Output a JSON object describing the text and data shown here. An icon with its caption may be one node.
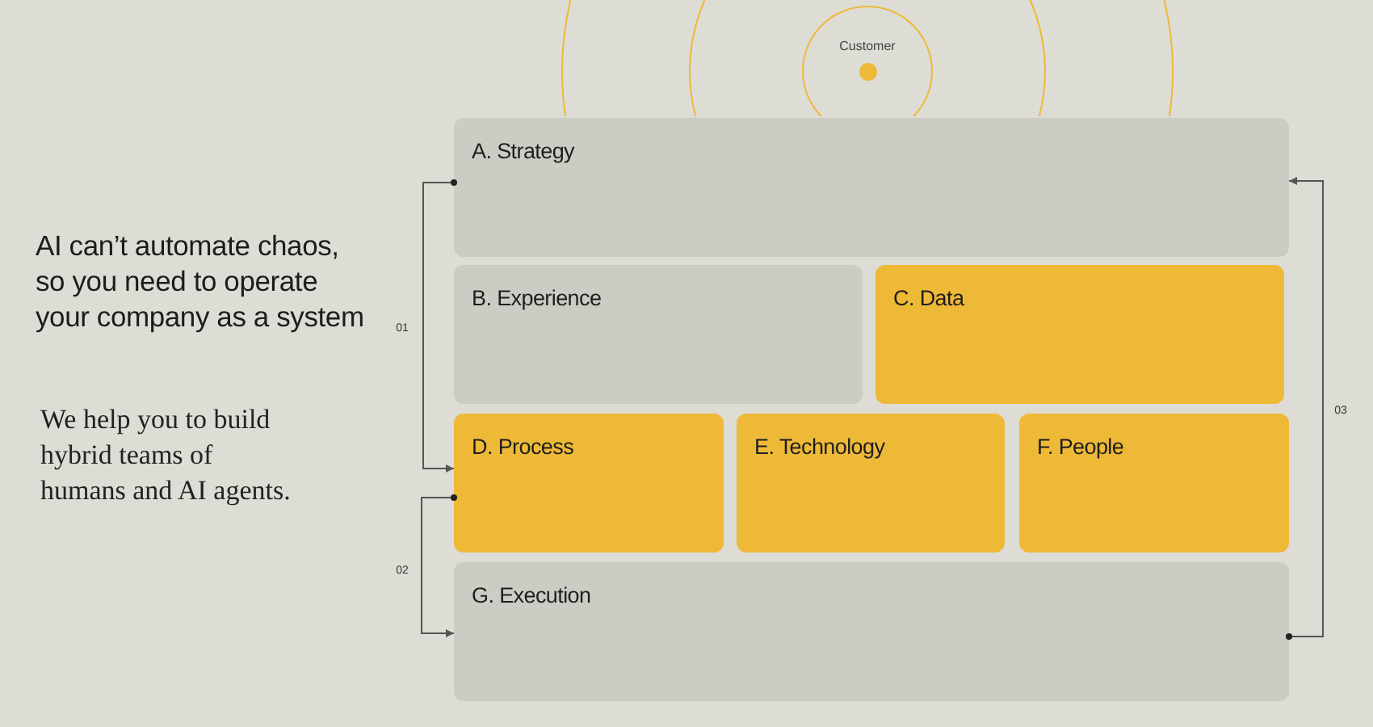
{
  "diagram": {
    "title": "AI can’t automate chaos, so you need to operate your company as a system",
    "nodes": [
      {
        "text": [
          "A. Strategy"
        ]
      },
      {
        "text": [
          "B. Experience"
        ]
      },
      {
        "text": [
          "C. Data"
        ]
      },
      {
        "text": [
          "D. Process"
        ]
      },
      {
        "text": [
          "E. Technology"
        ]
      },
      {
        "text": [
          "F. People"
        ]
      },
      {
        "text": [
          "G. Execution"
        ]
      }
    ],
    "edges": [
      {
        "from": 0,
        "to": 3,
        "arrow": "to",
        "label": "01"
      },
      {
        "from": 3,
        "to": 6,
        "arrow": "to",
        "label": "02"
      },
      {
        "from": 6,
        "to": 0,
        "arrow": "to",
        "label": "03"
      }
    ],
    "labels": [
      "Customer",
      "We help you to build hybrid teams of humans and AI agents."
    ]
  }
}
